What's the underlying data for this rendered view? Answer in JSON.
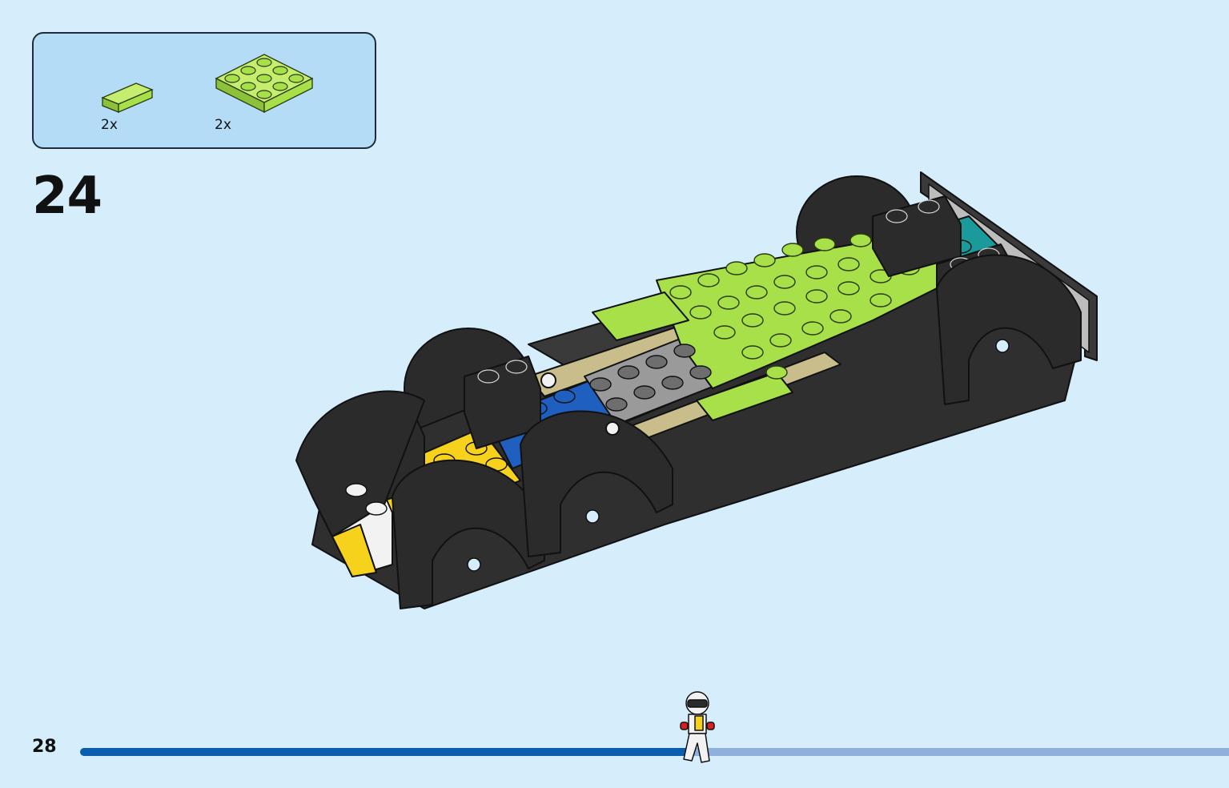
{
  "parts_box": {
    "parts": [
      {
        "name": "lime-tile-1x2",
        "quantity": "2x",
        "color": "#a8e04a"
      },
      {
        "name": "lime-plate-3x3",
        "quantity": "2x",
        "color": "#a8e04a"
      }
    ],
    "background": "#b4dcf7"
  },
  "step": {
    "number": "24"
  },
  "page": {
    "number": "28"
  },
  "progress": {
    "fraction": 0.535,
    "fill_color": "#0b5ead",
    "track_color": "#8fb0dc"
  },
  "colors": {
    "page_background": "#d6eefb",
    "black_brick": "#2b2b2b",
    "lime_brick": "#a8e04a",
    "blue_brick": "#1f5fbf",
    "yellow_brick": "#f6d21c",
    "gray_brick": "#9a9a9a",
    "teal_brick": "#1a9a9a",
    "white_brick": "#f2f2f2"
  },
  "icons": {
    "model": "race-car-chassis-build",
    "progress_marker": "racer-minifigure-icon"
  }
}
